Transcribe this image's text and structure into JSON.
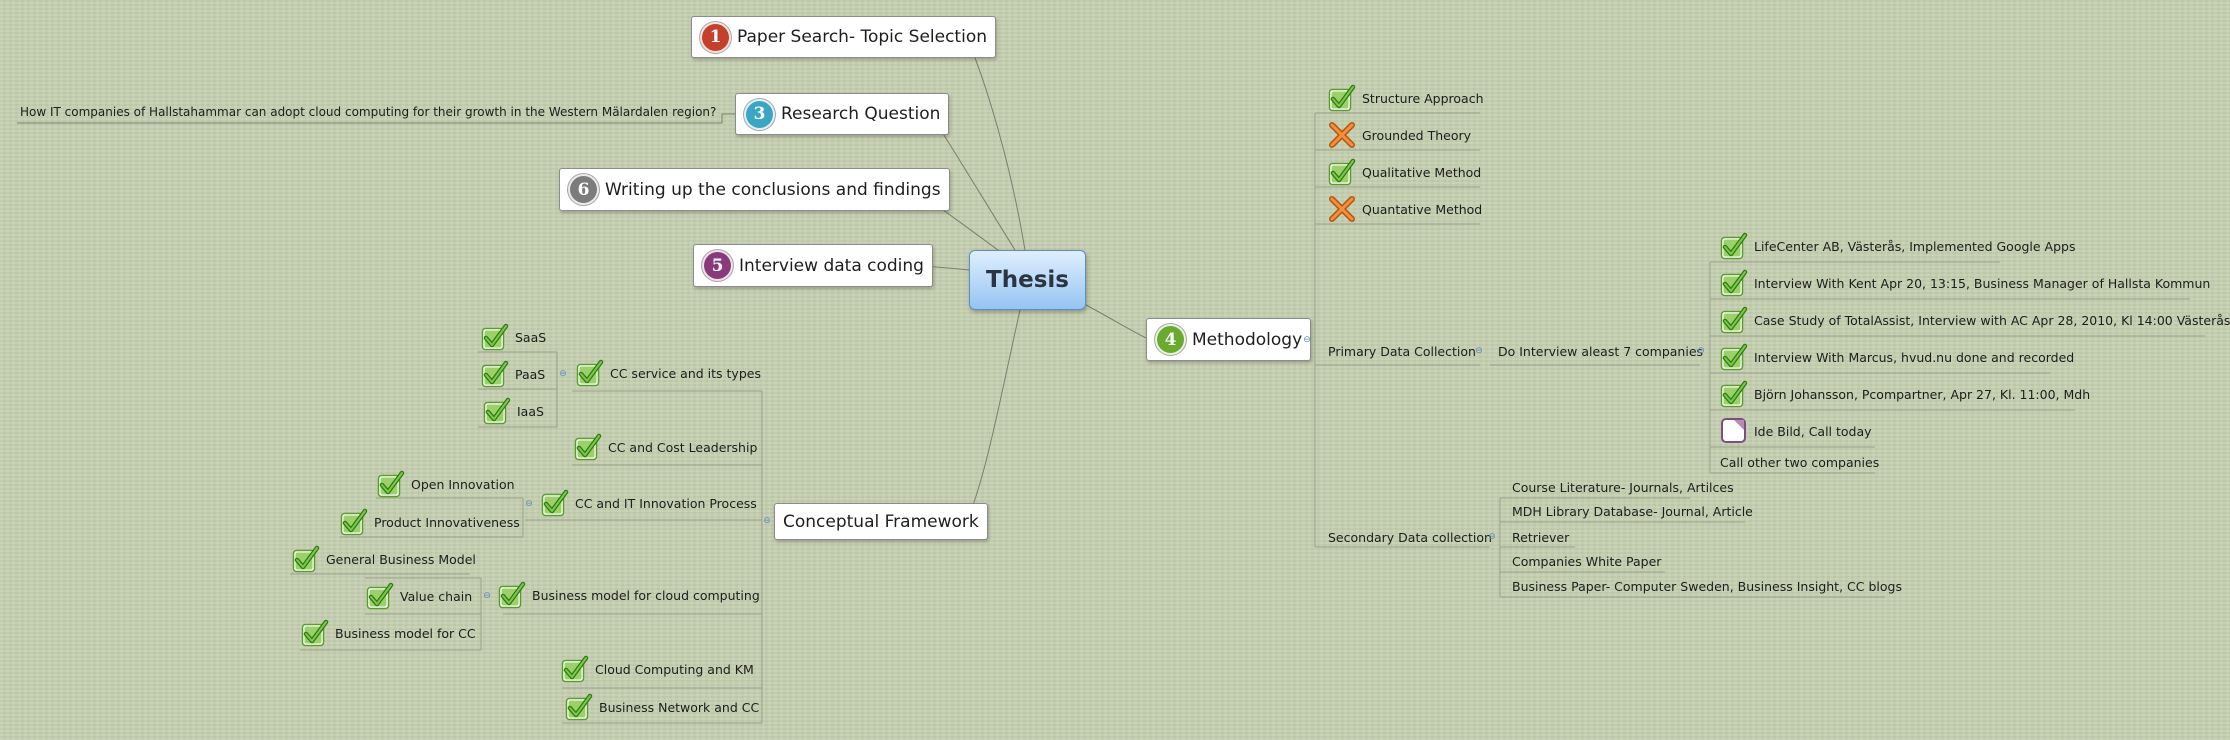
{
  "central": "Thesis",
  "topics": {
    "paper_search": {
      "num": "1",
      "color": "#c4402c",
      "label": "Paper Search- Topic Selection"
    },
    "research_question": {
      "num": "3",
      "color": "#3aa6c4",
      "label": "Research Question"
    },
    "writing_up": {
      "num": "6",
      "color": "#7c7c7c",
      "label": "Writing up the conclusions and findings"
    },
    "interview_coding": {
      "num": "5",
      "color": "#8a3a7a",
      "label": "Interview data coding"
    },
    "methodology": {
      "num": "4",
      "color": "#6aab2f",
      "label": "Methodology"
    },
    "conceptual": {
      "label": "Conceptual Framework"
    }
  },
  "research_question_note": "How IT companies of Hallstahammar can adopt cloud computing for their growth in the Western Mälardalen region?",
  "methodology": {
    "approaches": [
      {
        "label": "Structure Approach",
        "marker": "check"
      },
      {
        "label": "Grounded Theory",
        "marker": "cross"
      },
      {
        "label": "Qualitative Method",
        "marker": "check"
      },
      {
        "label": "Quantative Method",
        "marker": "cross"
      }
    ],
    "primary": {
      "label": "Primary Data Collection",
      "sub": "Do Interview aleast 7 companies",
      "items": [
        {
          "label": "LifeCenter AB, Västerås, Implemented Google Apps",
          "marker": "check"
        },
        {
          "label": "Interview With Kent Apr 20, 13:15, Business Manager of Hallsta Kommun",
          "marker": "check"
        },
        {
          "label": "Case Study of TotalAssist, Interview with AC Apr 28, 2010, Kl 14:00 Västerås",
          "marker": "check"
        },
        {
          "label": "Interview With Marcus, hvud.nu done and recorded",
          "marker": "check"
        },
        {
          "label": "Björn Johansson, Pcompartner, Apr 27, Kl. 11:00, Mdh",
          "marker": "check"
        },
        {
          "label": "Ide Bild, Call today",
          "marker": "task"
        },
        {
          "label": "Call other two companies",
          "marker": "none"
        }
      ]
    },
    "secondary": {
      "label": "Secondary Data collection",
      "items": [
        "Course Literature- Journals, Artilces",
        "MDH Library Database- Journal, Article",
        "Retriever",
        "Companies White Paper",
        "Business Paper- Computer Sweden, Business Insight, CC blogs"
      ]
    }
  },
  "conceptual": {
    "cc_service": "CC service and its types",
    "service_types": [
      "SaaS",
      "PaaS",
      "IaaS"
    ],
    "cost_leadership": "CC and Cost Leadership",
    "innovation_process": "CC and IT Innovation Process",
    "innovation_items": [
      "Open Innovation",
      "Product Innovativeness"
    ],
    "general_model": "General Business Model",
    "bm_cloud": "Business model for cloud computing",
    "bm_items": [
      "Value chain",
      "Business model for CC"
    ],
    "km": "Cloud Computing and KM",
    "network": "Business Network and CC"
  }
}
